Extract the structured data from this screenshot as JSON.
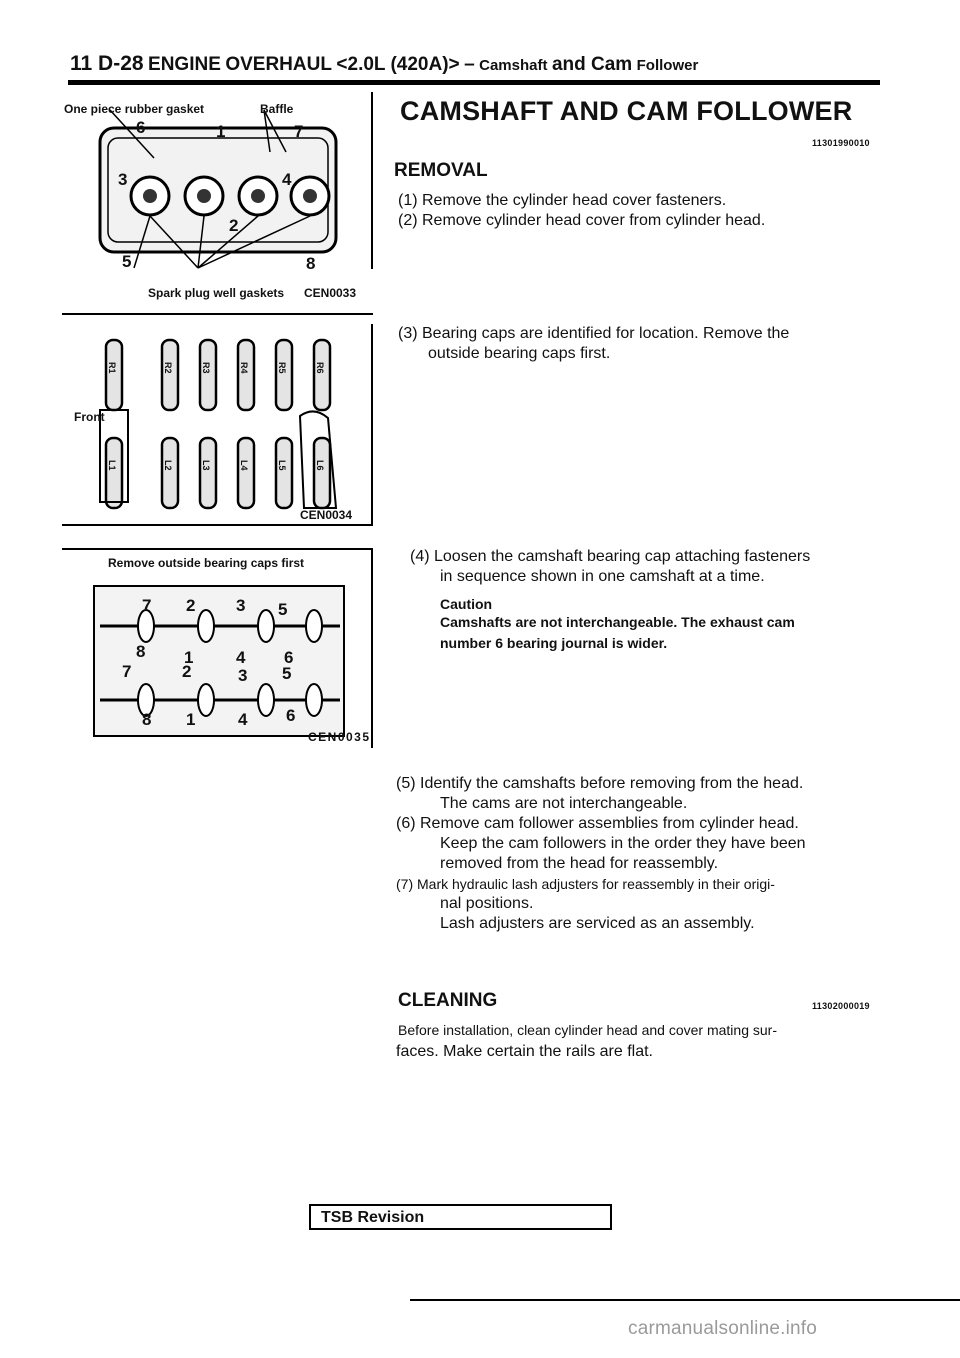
{
  "header": {
    "section": "11 D-28",
    "engine": "ENGINE",
    "overhaul": "OVERHAUL",
    "model": "<2.0L (420A)>",
    "dash": "–",
    "camshaft": "Camshaft",
    "and_cam": "and Cam",
    "follower": "Follower"
  },
  "figures": {
    "fig1": {
      "label_gasket": "One piece rubber gasket",
      "label_baffle": "Baffle",
      "label_spark": "Spark plug well gaskets",
      "code": "CEN0033",
      "numbers": [
        "1",
        "2",
        "3",
        "4",
        "5",
        "6",
        "7",
        "8"
      ]
    },
    "fig2": {
      "label_front": "Front",
      "code": "CEN0034",
      "caps_top": [
        "R1",
        "R2",
        "R3",
        "R4",
        "R5",
        "R6"
      ],
      "caps_bottom": [
        "L1",
        "L2",
        "L3",
        "L4",
        "L5",
        "L6"
      ]
    },
    "fig3": {
      "label": "Remove outside bearing caps first",
      "code": "CEN0035",
      "row1": [
        "7",
        "2",
        "3",
        "5"
      ],
      "row2": [
        "8",
        "1",
        "4",
        "6"
      ],
      "row3": [
        "7",
        "2",
        "3",
        "5"
      ],
      "row4": [
        "8",
        "1",
        "4",
        "6"
      ]
    }
  },
  "content": {
    "title": "CAMSHAFT AND CAM FOLLOWER",
    "title_code": "11301990010",
    "removal_heading": "REMOVAL",
    "step1": "(1) Remove the cylinder head cover fasteners.",
    "step2": "(2) Remove cylinder head cover from cylinder head.",
    "step3_line1": "(3) Bearing caps are identified for location. Remove the",
    "step3_line2": "outside bearing caps first.",
    "step4_line1": "(4) Loosen the camshaft bearing cap attaching fasteners",
    "step4_line2": "in sequence shown in one camshaft at a time.",
    "caution_label": "Caution",
    "caution_line1": "Camshafts are not interchangeable. The exhaust cam",
    "caution_line2": "number 6 bearing journal is wider.",
    "step5_line1": "(5) Identify the camshafts before removing from the head.",
    "step5_line2": "The cams are not interchangeable.",
    "step6_line1": "(6) Remove cam follower assemblies from cylinder head.",
    "step6_line2": "Keep the cam followers in the order they have been",
    "step6_line3": "removed from the head for reassembly.",
    "step7_line1": "(7) Mark hydraulic lash adjusters for reassembly in their origi-",
    "step7_line2": "nal positions.",
    "step7_line3": "Lash adjusters are serviced as an assembly.",
    "cleaning_heading": "CLEANING",
    "cleaning_code": "11302000019",
    "cleaning_line1": "Before installation, clean cylinder head and cover mating sur-",
    "cleaning_line2": "faces. Make certain the rails are flat."
  },
  "footer": {
    "tsb": "TSB Revision",
    "watermark": "carmanualsonline.info"
  }
}
